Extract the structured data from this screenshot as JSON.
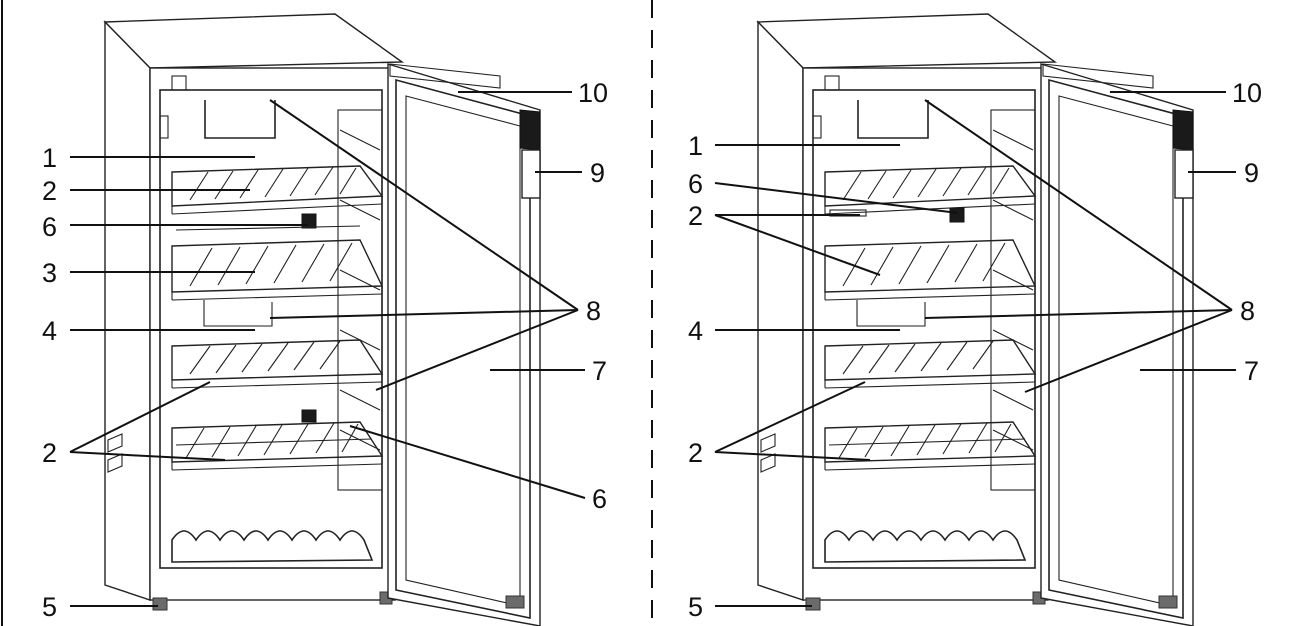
{
  "colors": {
    "ink": "#111111",
    "background": "#ffffff"
  },
  "left": {
    "labels": {
      "l1": "1",
      "l2a": "2",
      "l6a": "6",
      "l3": "3",
      "l4": "4",
      "l2b": "2",
      "l5": "5",
      "l10": "10",
      "l9": "9",
      "l8": "8",
      "l7": "7",
      "l6b": "6"
    }
  },
  "right": {
    "labels": {
      "l1": "1",
      "l6": "6",
      "l2a": "2",
      "l4": "4",
      "l2b": "2",
      "l5": "5",
      "l10": "10",
      "l9": "9",
      "l8": "8",
      "l7": "7"
    }
  }
}
